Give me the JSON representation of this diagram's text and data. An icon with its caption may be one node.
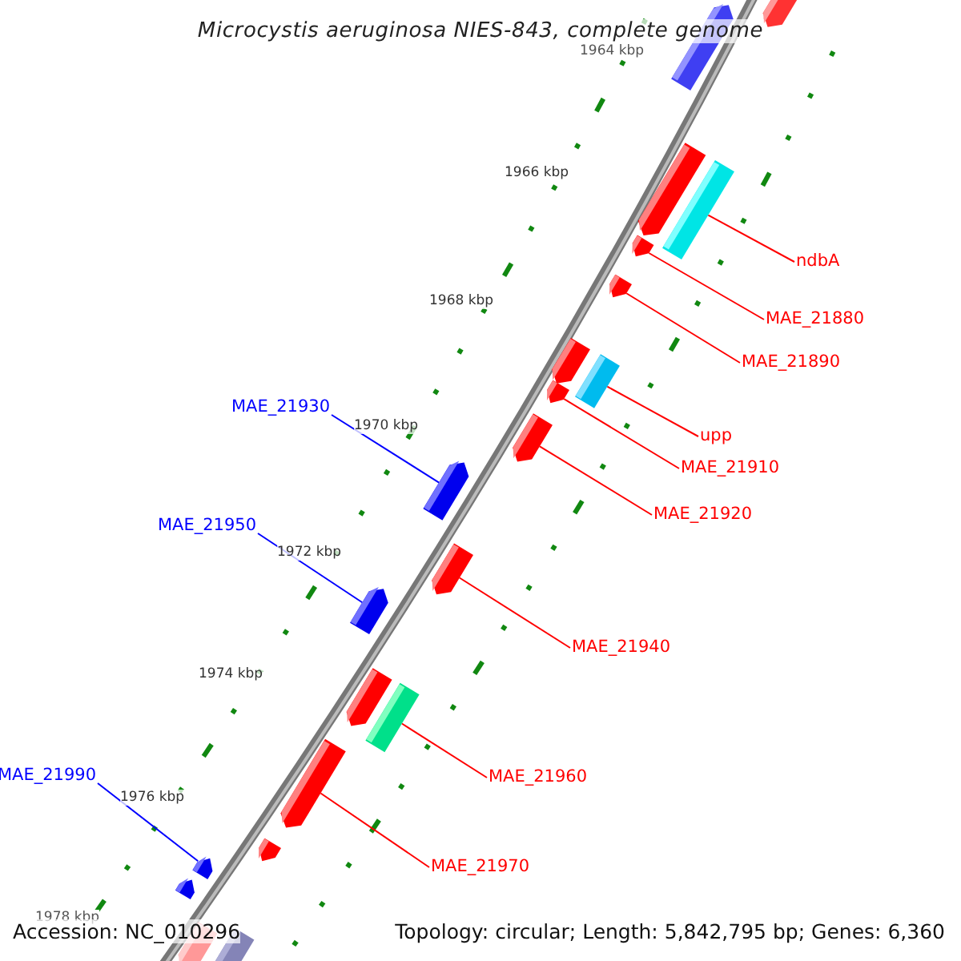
{
  "diagram": {
    "title": "Microcystis aeruginosa NIES-843, complete genome",
    "nodes": [
      {
        "text": [],
        "shape": "arrow"
      },
      {
        "text": [],
        "shape": "arrow"
      },
      {
        "text": [],
        "shape": "arrow"
      },
      {
        "text": [],
        "shape": "bar"
      },
      {
        "text": [
          "ndbA"
        ]
      },
      {
        "text": [],
        "shape": "arrow"
      },
      {
        "text": [
          "MAE_21880"
        ]
      },
      {
        "text": [],
        "shape": "arrow"
      },
      {
        "text": [
          "MAE_21890"
        ]
      },
      {
        "text": [],
        "shape": "arrow"
      },
      {
        "text": [],
        "shape": "bar"
      },
      {
        "text": [
          "upp"
        ]
      },
      {
        "text": [],
        "shape": "arrow"
      },
      {
        "text": [
          "MAE_21910"
        ]
      },
      {
        "text": [
          "MAE_21930"
        ]
      },
      {
        "text": [],
        "shape": "arrow"
      },
      {
        "text": [],
        "shape": "arrow"
      },
      {
        "text": [
          "MAE_21920"
        ]
      },
      {
        "text": [
          "MAE_21950"
        ]
      },
      {
        "text": [],
        "shape": "arrow"
      },
      {
        "text": [],
        "shape": "arrow"
      },
      {
        "text": [
          "MAE_21940"
        ]
      },
      {
        "text": [],
        "shape": "arrow"
      },
      {
        "text": [],
        "shape": "bar"
      },
      {
        "text": [
          "MAE_21960"
        ]
      },
      {
        "text": [],
        "shape": "arrow"
      },
      {
        "text": [
          "MAE_21990"
        ]
      },
      {
        "text": [
          "MAE_21970"
        ]
      },
      {
        "text": [],
        "shape": "arrow"
      },
      {
        "text": [],
        "shape": "arrow"
      },
      {
        "text": [],
        "shape": "arrow"
      },
      {
        "text": [],
        "shape": "arrow"
      },
      {
        "text": [],
        "shape": "arrow"
      }
    ],
    "edges": [
      {
        "from": 4,
        "to": 3,
        "arrow": "none"
      },
      {
        "from": 6,
        "to": 5,
        "arrow": "none"
      },
      {
        "from": 8,
        "to": 7,
        "arrow": "none"
      },
      {
        "from": 11,
        "to": 10,
        "arrow": "none"
      },
      {
        "from": 13,
        "to": 12,
        "arrow": "none"
      },
      {
        "from": 14,
        "to": 15,
        "arrow": "none",
        "color": "#0000ff"
      },
      {
        "from": 17,
        "to": 16,
        "arrow": "none"
      },
      {
        "from": 18,
        "to": 20,
        "arrow": "none",
        "color": "#0000ff"
      },
      {
        "from": 21,
        "to": 19,
        "arrow": "none"
      },
      {
        "from": 24,
        "to": 23,
        "arrow": "none"
      },
      {
        "from": 26,
        "to": 28,
        "arrow": "none",
        "color": "#0000ff"
      },
      {
        "from": 27,
        "to": 25,
        "arrow": "none"
      }
    ],
    "labels": [
      "1964 kbp",
      "1966 kbp",
      "1968 kbp",
      "1970 kbp",
      "1972 kbp",
      "1974 kbp",
      "1976 kbp",
      "1978 kbp",
      "Accession: NC_010296",
      "Topology: circular; Length: 5,842,795 bp; Genes: 6,360"
    ]
  }
}
